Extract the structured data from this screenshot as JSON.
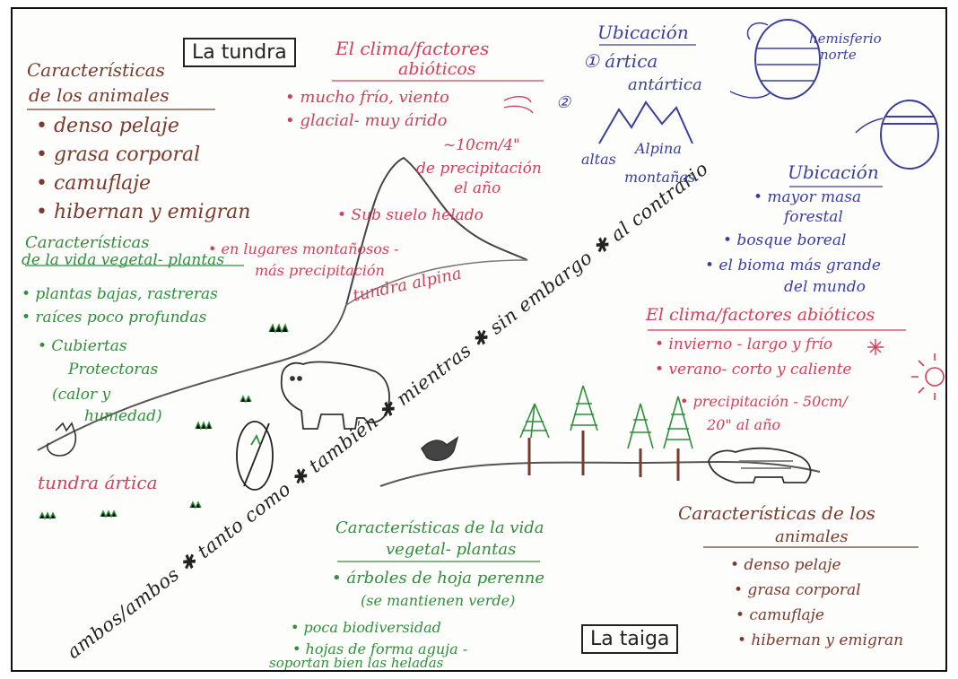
{
  "tundra": {
    "title": "La tundra",
    "animals_heading_1": "Características",
    "animals_heading_2": "de los animales",
    "animals": [
      "• denso pelaje",
      "• grasa corporal",
      "• camuflaje",
      "• hibernan y emigran"
    ],
    "climate_heading_1": "El clima/factores",
    "climate_heading_2": "abióticos",
    "climate": [
      "• mucho frío, viento",
      "• glacial- muy árido"
    ],
    "precip_1": "~10cm/4\"",
    "precip_2": "de precipitación",
    "precip_3": "el año",
    "subsoil": "• Sub suelo helado",
    "plants_heading_1": "Características",
    "plants_heading_2": "de la vida vegetal- plantas",
    "mountain_note_1": "• en lugares montañosos -",
    "mountain_note_2": "más precipitación",
    "plants": [
      "• plantas bajas, rastreras",
      "• raíces poco profundas",
      "• Cubiertas",
      "Protectoras",
      "(calor y",
      "humedad)"
    ],
    "alpine_label": "tundra alpina",
    "arctic_label": "tundra ártica",
    "location_heading": "Ubicación",
    "location_1": "① ártica",
    "location_2": "antártica",
    "location_3": "②",
    "alpine_word": "Alpina",
    "high_mountains_1": "altas",
    "high_mountains_2": "montañas",
    "hemisphere_1": "hemisferio",
    "hemisphere_2": "norte"
  },
  "taiga": {
    "title": "La taiga",
    "location_heading": "Ubicación",
    "location": [
      "• mayor masa",
      "forestal",
      "• bosque boreal",
      "• el bioma más grande",
      "del mundo"
    ],
    "climate_heading": "El clima/factores abióticos",
    "climate": [
      "• invierno - largo y frío",
      "• verano- corto y caliente",
      "• precipitación - 50cm/",
      "20\" al año"
    ],
    "plants_heading_1": "Características de la vida",
    "plants_heading_2": "vegetal- plantas",
    "plants": [
      "• árboles de hoja perenne",
      "(se mantienen verde)",
      "• poca biodiversidad",
      "• hojas de forma aguja -",
      "soportan bien las heladas"
    ],
    "animals_heading_1": "Características de los",
    "animals_heading_2": "animales",
    "animals": [
      "• denso pelaje",
      "• grasa corporal",
      "• camuflaje",
      "• hibernan y emigran"
    ]
  },
  "connectors": "ambos/ambos ✱ tanto como ✱ también ✱ mientras ✱ sin embargo ✱ al contrario",
  "colors": {
    "animals": "#7a3b2e",
    "climate": "#d2405a",
    "plants": "#2f8f3a",
    "location": "#3a3f9e",
    "border": "#111111"
  }
}
